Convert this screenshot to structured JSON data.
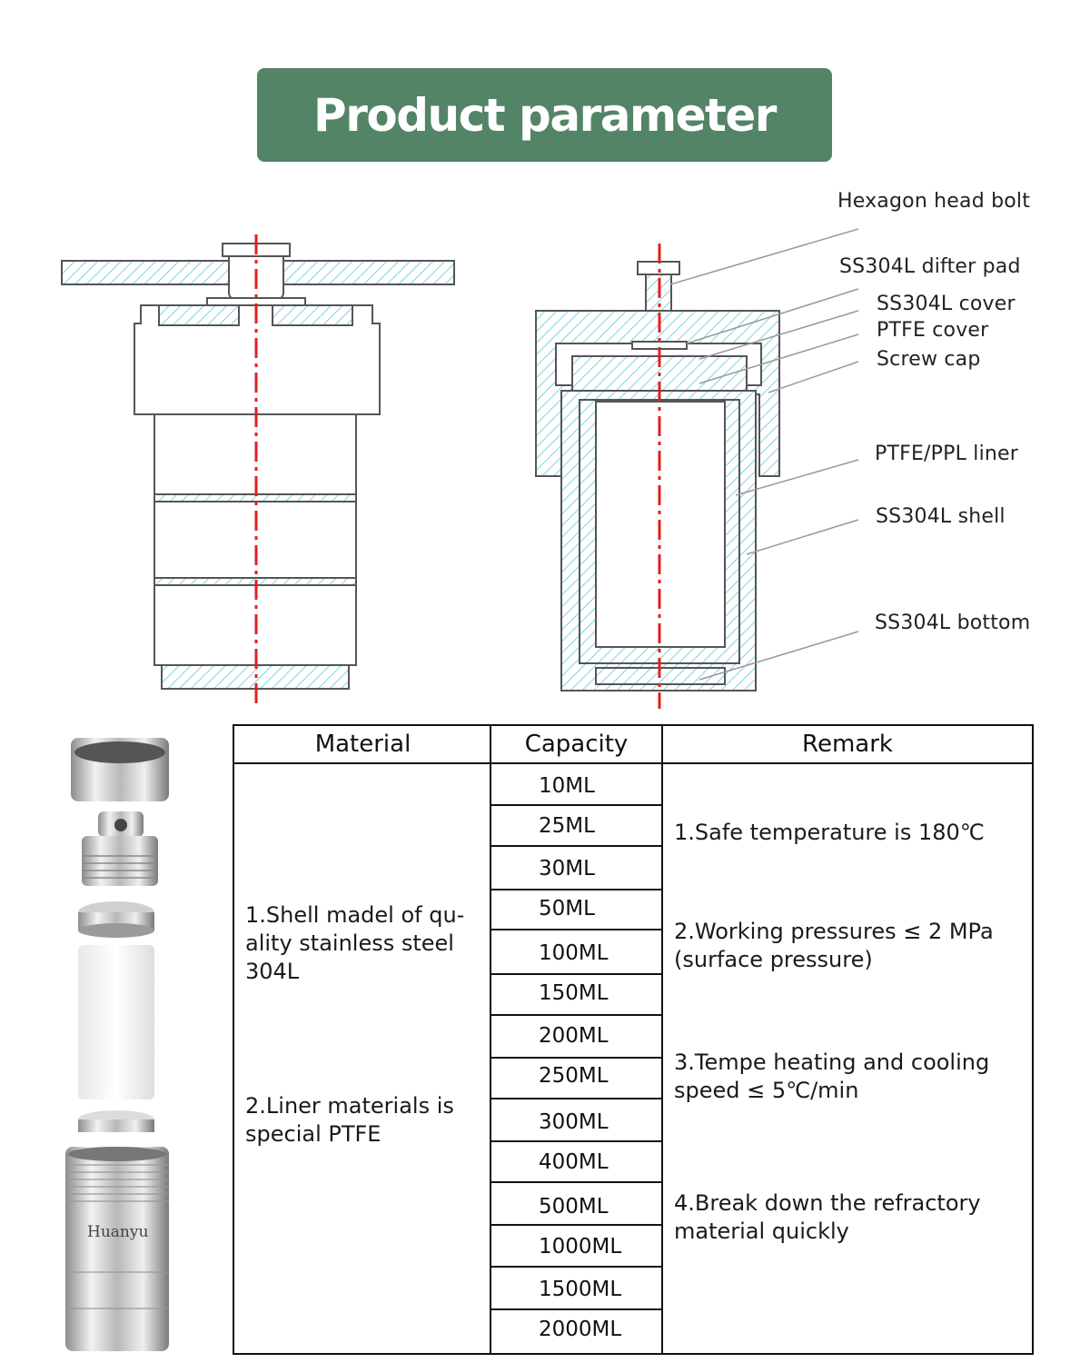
{
  "title": "Product parameter",
  "callouts": [
    "Hexagon head bolt",
    "SS304L difter pad",
    "SS304L cover",
    "PTFE cover",
    "Screw cap",
    "PTFE/PPL liner",
    "SS304L shell",
    "SS304L bottom"
  ],
  "brand_mark": "Huanyu",
  "table": {
    "headers": [
      "Material",
      "Capacity",
      "Remark"
    ],
    "material": [
      "1.Shell madel of qu- ality stainless steel 304L",
      "2.Liner materials is special PTFE"
    ],
    "capacities": [
      "10ML",
      "25ML",
      "30ML",
      "50ML",
      "100ML",
      "150ML",
      "200ML",
      "250ML",
      "300ML",
      "400ML",
      "500ML",
      "1000ML",
      "1500ML",
      "2000ML"
    ],
    "remarks": [
      "1.Safe temperature is 180℃",
      "2.Working pressures ≤ 2 MPa (surface pressure)",
      "3.Tempe heating and cooling speed ≤ 5℃/min",
      "4.Break down the refractory material quickly"
    ]
  },
  "colors": {
    "banner": "#538466",
    "hatch": "#7fd3dc",
    "centerline": "#e02020"
  }
}
